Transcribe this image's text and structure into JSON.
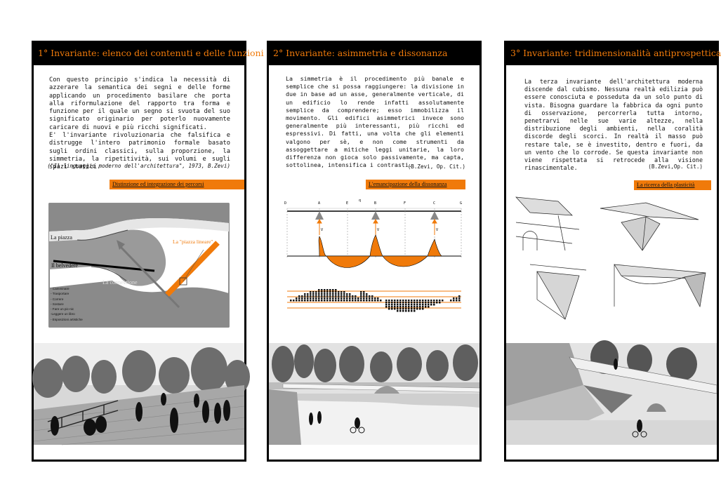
{
  "panels": [
    {
      "title": "1° Invariante: elenco dei contenuti e delle funzioni",
      "body": "Con questo principio s'indica la necessità di azzerare la semantica dei segni e delle forme applicando un procedimento basilare che porta alla riformulazione del rapporto tra forma e funzione per il quale un segno si svuota del suo significato originario per poterlo nuovamente caricare di nuovi e più ricchi significati.\nE' l'invariante rivoluzionaria che falsifica e distrugge l'intero patrimonio formale basato sugli ordini classici, sulla proporzione, la simmetria, la ripetitività, sui volumi e sugli spazi statici.",
      "quote": "(\"Il linguaggio moderno dell'architettura\", 1973, B.Zevi)",
      "label": "Distinzione ed integrazione dei percorsi",
      "map": {
        "la_piazza": "La piazza",
        "il_belvedere": "Il belvedere",
        "la_connessione": "La connessione",
        "piazza_lineare": "La \"piazza lineare\"",
        "activities": [
          "- Camminare",
          "- Trasportare",
          "- Correre",
          "- Sostare",
          "- Fare un pic-nic",
          "-Leggere un libro",
          "- Esposizioni artistiche"
        ]
      }
    },
    {
      "title": "2° Invariante: asimmetria e dissonanza",
      "body": "La simmetria è il procedimento più banale e semplice che si possa raggiungere: la divisione in due in base ad un asse, generalmente verticale, di un edificio lo rende infatti assolutamente semplice da comprendere; esso immobilizza il movimento. Gli edifici asimmetrici invece sono generalmente più interessanti, più ricchi ed espressivi. Di fatti, una volta che gli elementi valgono per sè, e non come strumenti da assoggettare a mitiche leggi unitarie, la loro differenza non gioca solo passivamente, ma capta, sottolinea, intensifica i contrasti.",
      "quote": "(B.Zevi, Op. Cit.)",
      "label": "L'emancipazione della dissonanza",
      "diagram": {
        "nodes": [
          "D",
          "A",
          "E",
          "B",
          "F",
          "C",
          "G"
        ],
        "load": "q",
        "reactions": [
          "V",
          "V",
          "V"
        ]
      }
    },
    {
      "title": "3° Invariante: tridimensionalità antiprospettica",
      "body": "La terza invariante dell'architettura moderna discende dal cubismo. Nessuna realtà edilizia può essere conosciuta e posseduta da un solo punto di vista. Bisogna guardare la fabbrica da ogni punto di osservazione, percorrerla tutta intorno, penetrarvi nelle sue varie altezze, nella distribuzione degli ambienti, nella coralità discorde degli scorci. In realtà il masso può restare tale, se è investito, dentro e fuori, da un vento che lo corrode. Se questa invariante non viene rispettata si retrocede alla visione rinascimentale.",
      "quote": "(B.Zevi,Op. Cit.)",
      "label": "La ricerca della plasticità"
    }
  ],
  "colors": {
    "accent": "#f07a0a",
    "frame": "#000000",
    "map_grey": "#8a8a8a"
  }
}
